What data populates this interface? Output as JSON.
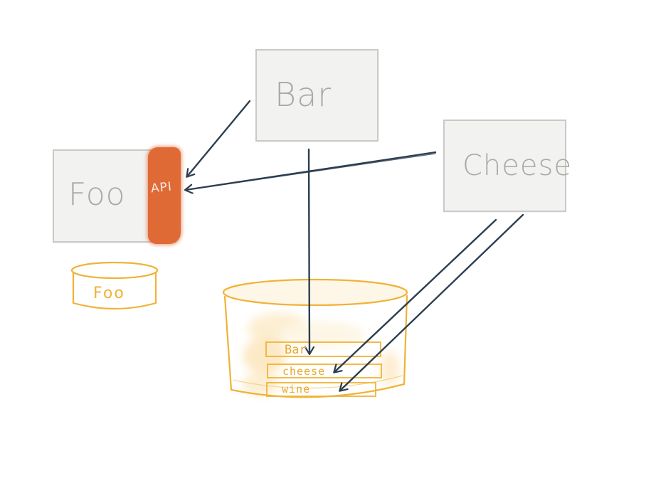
{
  "services": {
    "foo": "Foo",
    "bar": "Bar",
    "cheese": "Cheese"
  },
  "api_label": "API",
  "databases": {
    "small": {
      "label": "Foo"
    },
    "shared": {
      "tables": [
        "Bar",
        "cheese",
        "wine"
      ]
    }
  },
  "colors": {
    "box_fill": "#f2f2f1",
    "box_border": "#c9c9c7",
    "box_text": "#a9a9a6",
    "api_orange": "#e06a36",
    "db_yellow": "#f0b237",
    "arrow": "#2c3e50"
  }
}
